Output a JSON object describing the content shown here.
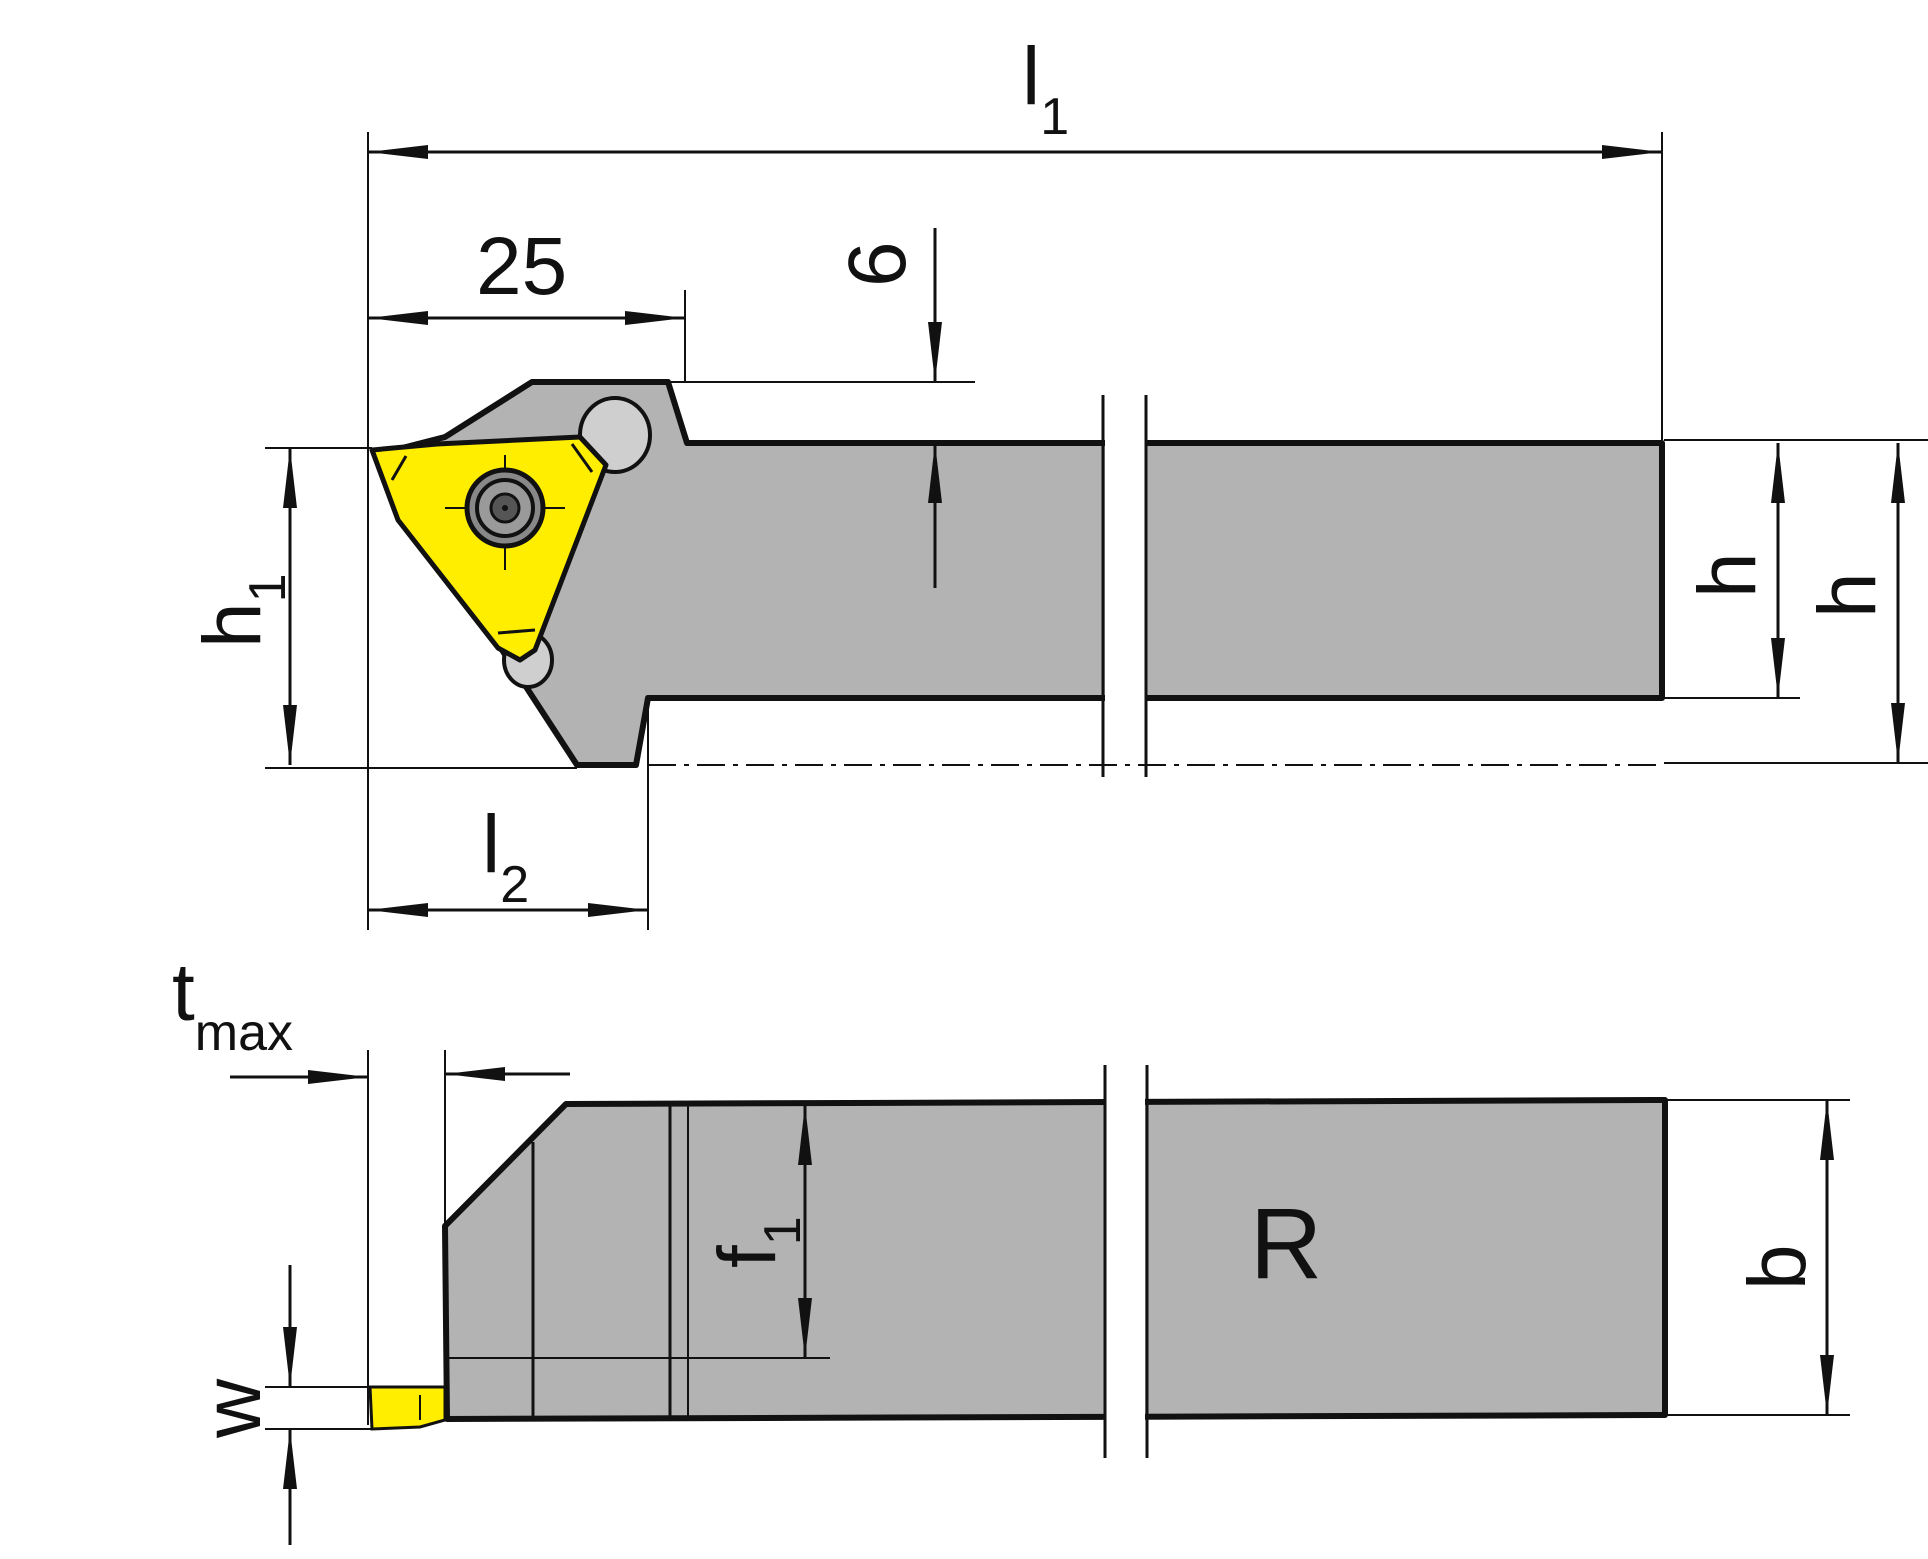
{
  "colors": {
    "body_fill": "#b3b3b3",
    "insert_fill": "#ffee00",
    "outline": "#111111",
    "background": "#ffffff"
  },
  "labels": {
    "l1_main": "l",
    "l1_sub": "1",
    "l2_main": "l",
    "l2_sub": "2",
    "h1_main": "h",
    "h1_sub": "1",
    "f1_main": "f",
    "f1_sub": "1",
    "tmax_main": "t",
    "tmax_sub": "max",
    "dim_25": "25",
    "dim_6": "6",
    "h_inner": "h",
    "h_outer": "h",
    "b": "b",
    "w": "w",
    "hand": "R"
  }
}
